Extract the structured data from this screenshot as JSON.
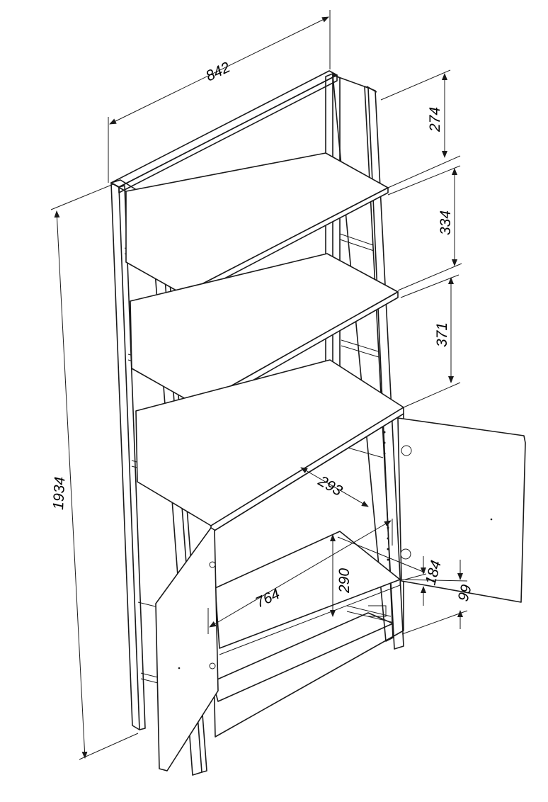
{
  "dimensions": {
    "width": "842",
    "height_total": "1934",
    "gap_top": "274",
    "gap_upper": "334",
    "gap_middle": "371",
    "cabinet_depth": "293",
    "cabinet_width": "764",
    "cabinet_height": "290",
    "lower_opening": "184",
    "base_height": "99"
  },
  "colors": {
    "line": "#1a1a1a",
    "background": "#ffffff"
  }
}
